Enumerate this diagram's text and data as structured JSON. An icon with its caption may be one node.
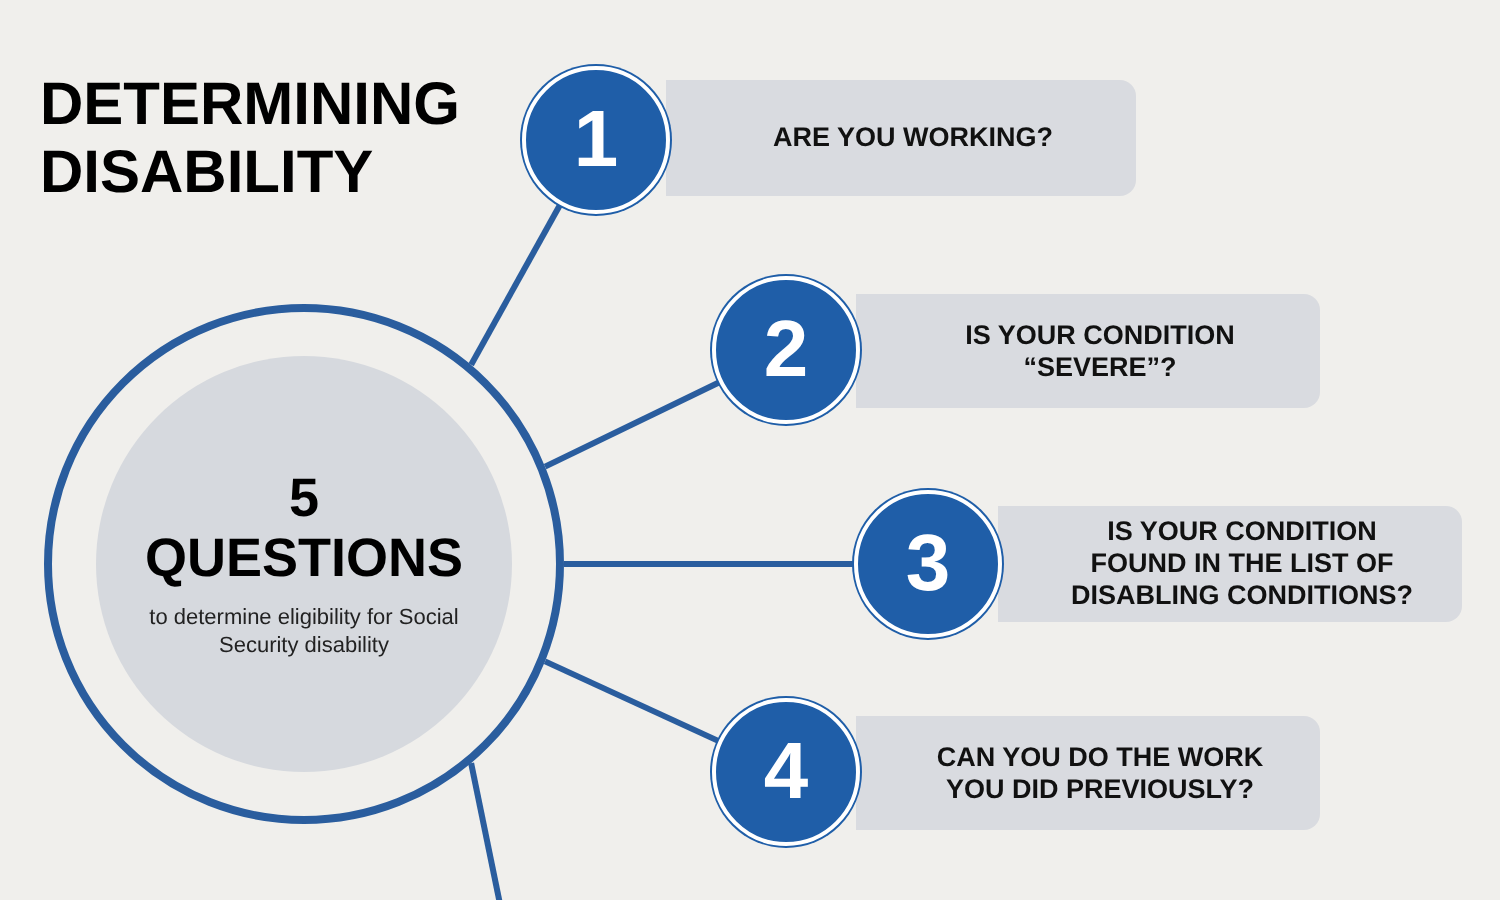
{
  "diagram": {
    "title": "DETERMINING DISABILITY",
    "nodes": [
      {
        "text": [
          "5 QUESTIONS",
          "to determine eligibility for Social Security disability"
        ]
      },
      {
        "text": [
          "1"
        ]
      },
      {
        "text": [
          "ARE YOU WORKING?"
        ]
      },
      {
        "text": [
          "2"
        ]
      },
      {
        "text": [
          "IS YOUR CONDITION “SEVERE”?"
        ]
      },
      {
        "text": [
          "3"
        ]
      },
      {
        "text": [
          "IS YOUR CONDITION FOUND IN THE LIST OF DISABLING CONDITIONS?"
        ]
      },
      {
        "text": [
          "4"
        ]
      },
      {
        "text": [
          "CAN YOU DO THE WORK YOU DID PREVIOUSLY?"
        ]
      }
    ],
    "edges": [
      {
        "from": 0,
        "to": 1,
        "arrow": "none"
      },
      {
        "from": 0,
        "to": 3,
        "arrow": "none"
      },
      {
        "from": 0,
        "to": 5,
        "arrow": "none"
      },
      {
        "from": 0,
        "to": 7,
        "arrow": "none"
      },
      {
        "from": 0,
        "to": null,
        "arrow": "none"
      }
    ]
  }
}
